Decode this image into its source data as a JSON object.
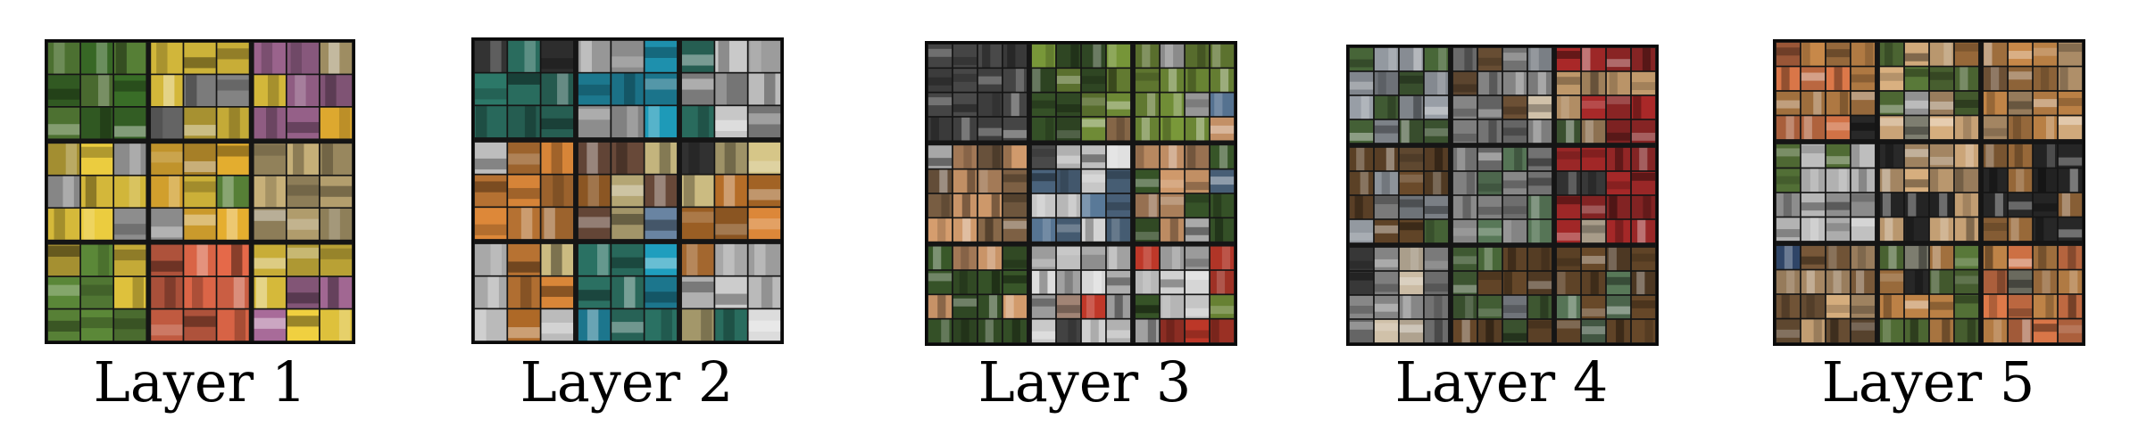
{
  "figure": {
    "layers": [
      {
        "label": "Layer 1",
        "palette": [
          "#c9b27a",
          "#8f8f8f",
          "#5e8c3a",
          "#e07a2a",
          "#f0d040",
          "#b070a0",
          "#2d5a8c",
          "#3f7a2a",
          "#e8b030",
          "#e86a4a"
        ]
      },
      {
        "label": "Layer 2",
        "palette": [
          "#2d7a6a",
          "#d9c88a",
          "#c9782a",
          "#e08a3a",
          "#9c9c9c",
          "#8ab0d9",
          "#1fa0c0",
          "#6a4a3a",
          "#3a3a3a",
          "#e0e0e0"
        ]
      },
      {
        "label": "Layer 3",
        "palette": [
          "#8a6a4a",
          "#c9c9c9",
          "#7a9a3a",
          "#c93a2a",
          "#4a4a4a",
          "#b09080",
          "#e0e0e0",
          "#5a7a9a",
          "#d9a070",
          "#3a5a2a"
        ]
      },
      {
        "label": "Layer 4",
        "palette": [
          "#4a6a3a",
          "#d9c9b0",
          "#7a5a3a",
          "#b02a2a",
          "#8a8a8a",
          "#5a7a5a",
          "#3a3a3a",
          "#c9a070",
          "#9aa0a8",
          "#6a4a2a"
        ]
      },
      {
        "label": "Layer 5",
        "palette": [
          "#8a8a7a",
          "#5a7a3a",
          "#c98a4a",
          "#7a5a3a",
          "#d9b080",
          "#3a5a8a",
          "#e07a4a",
          "#2a2a2a",
          "#c9c9c9",
          "#9a6a3a"
        ]
      }
    ]
  }
}
